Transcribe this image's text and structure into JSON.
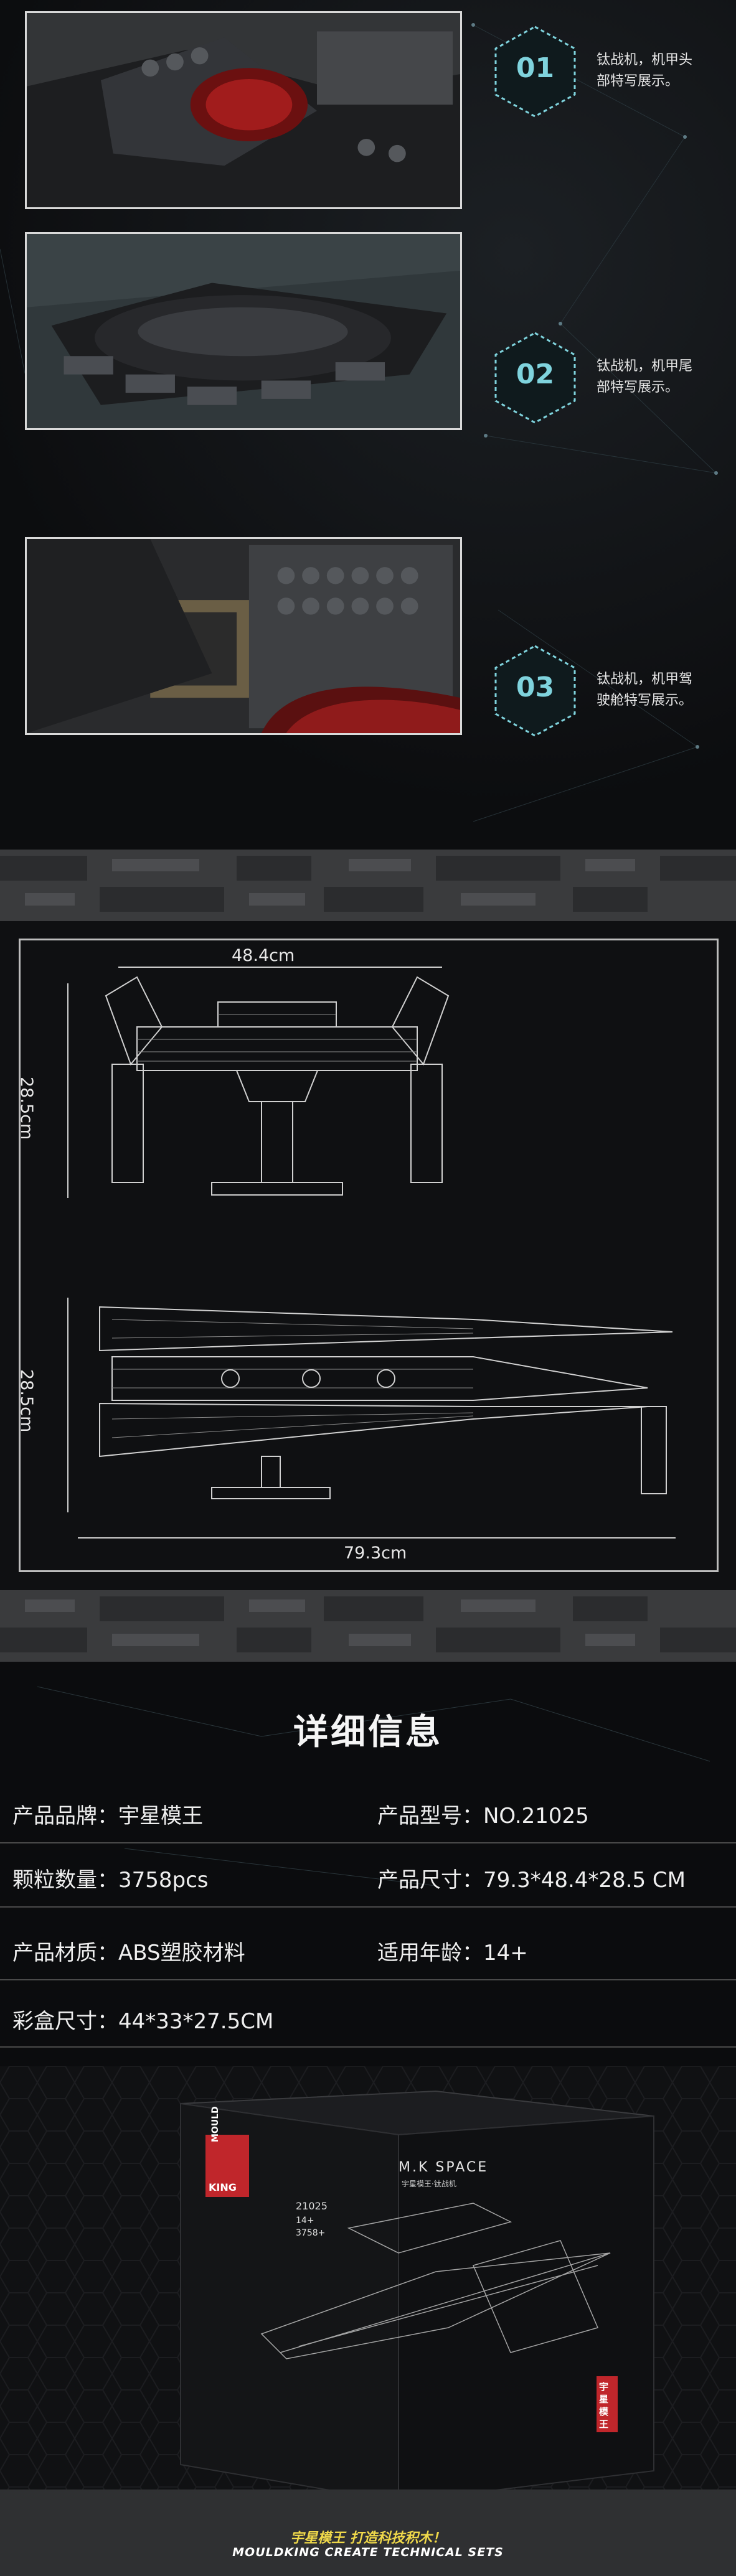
{
  "features": [
    {
      "number": "01",
      "text_line1": "钛战机，机甲头",
      "text_line2": "部特写展示。"
    },
    {
      "number": "02",
      "text_line1": "钛战机，机甲尾",
      "text_line2": "部特写展示。"
    },
    {
      "number": "03",
      "text_line1": "钛战机，机甲驾",
      "text_line2": "驶舱特写展示。"
    }
  ],
  "dimensions": {
    "width_top": "48.4cm",
    "height_top": "28.5cm",
    "height_side": "28.5cm",
    "length_bottom": "79.3cm"
  },
  "details": {
    "title": "详细信息",
    "rows": [
      {
        "left": "产品品牌：宇星模王",
        "right": "产品型号：NO.21025"
      },
      {
        "left": "颗粒数量：3758pcs",
        "right": "产品尺寸：79.3*48.4*28.5 CM"
      },
      {
        "left": "产品材质：ABS塑胶材料",
        "right": "适用年龄：14+"
      },
      {
        "left": "彩盒尺寸：44*33*27.5CM",
        "right": ""
      }
    ]
  },
  "box": {
    "brand_line1": "MOULD",
    "brand_line2": "KING",
    "series_title": "M.K SPACE",
    "series_sub": "宇星模王·钛战机",
    "model_no": "21025",
    "age": "14+",
    "pcs": "3758+",
    "side_badge": "宇星模王"
  },
  "footer": {
    "line1": "宇星模王 打造科技积木！",
    "line2": "MOULDKING CREATE TECHNICAL SETS"
  },
  "colors": {
    "accent_cyan": "#7fd3dd",
    "footer_yellow": "#f0d94a",
    "badge_red": "#c0262b"
  }
}
